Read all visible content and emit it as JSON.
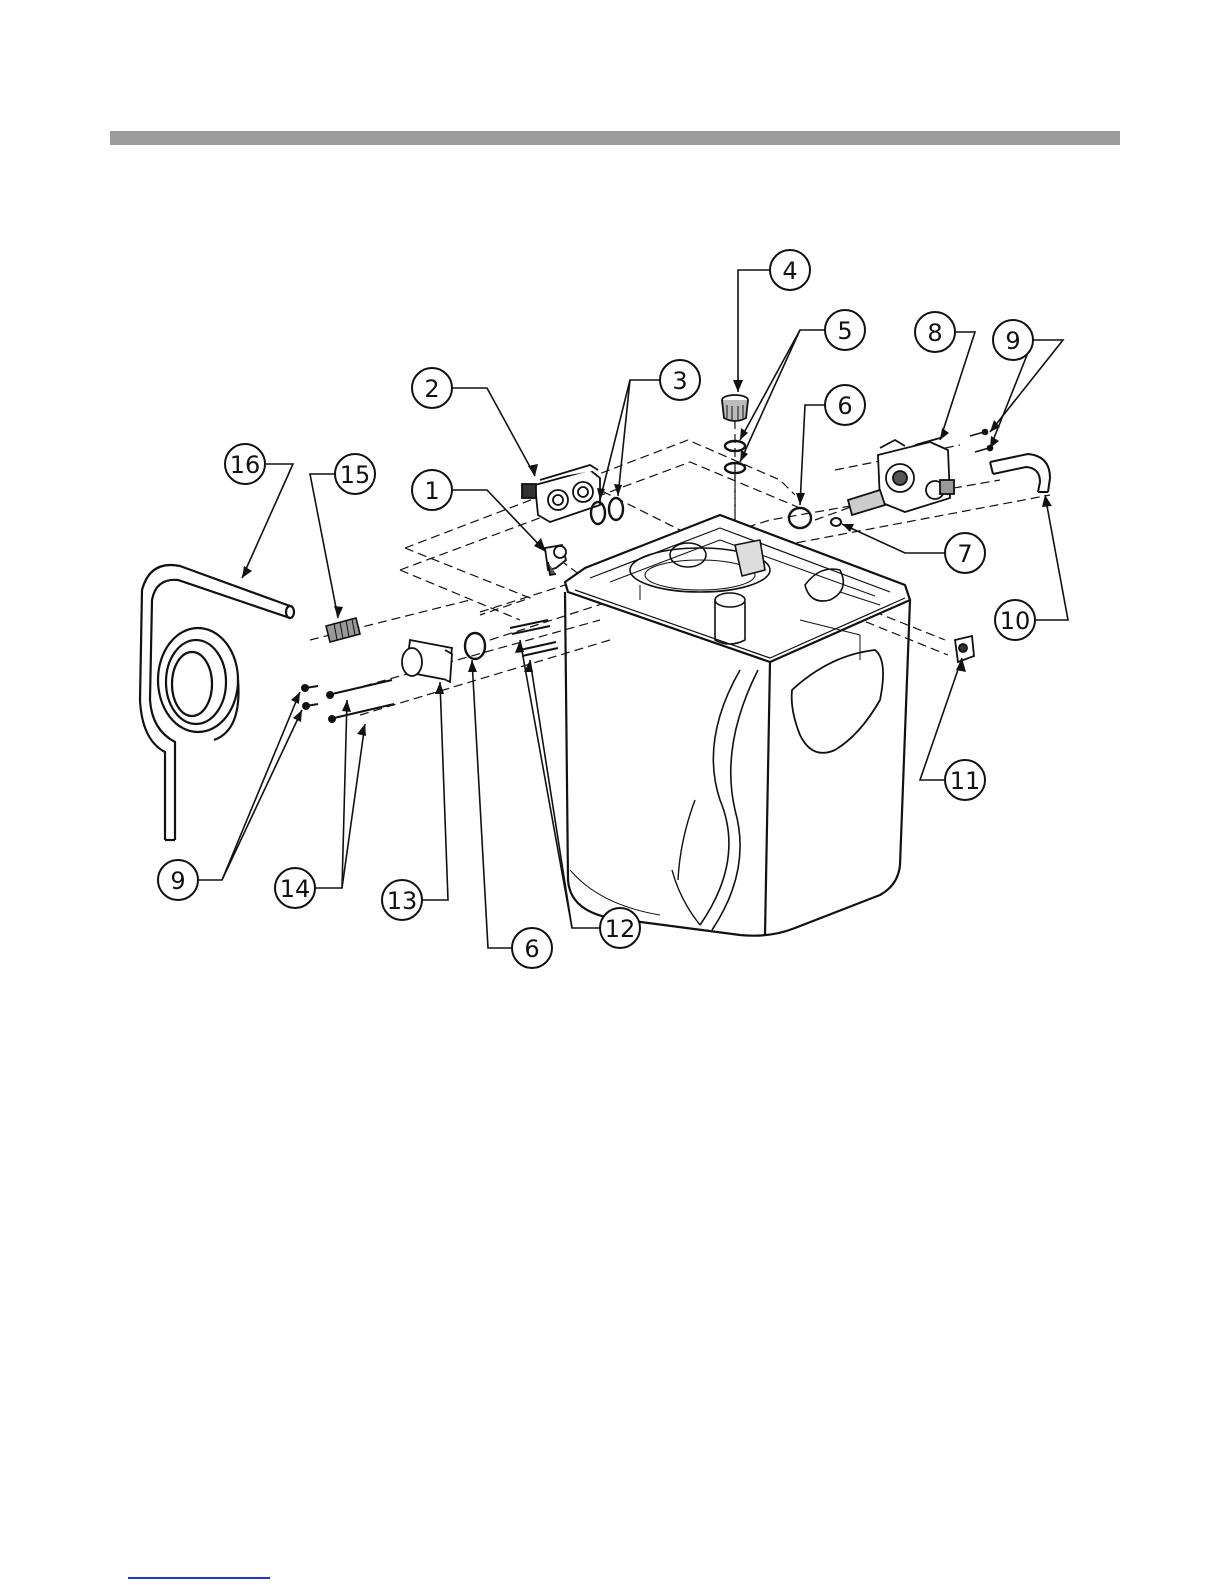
{
  "colors": {
    "header_bar": "#9c9c9c",
    "line": "#111111",
    "footer_link": "#2233cc"
  },
  "callouts": [
    {
      "number": "1"
    },
    {
      "number": "2"
    },
    {
      "number": "3"
    },
    {
      "number": "4"
    },
    {
      "number": "5"
    },
    {
      "number": "6"
    },
    {
      "number": "7"
    },
    {
      "number": "8"
    },
    {
      "number": "9"
    },
    {
      "number": "10"
    },
    {
      "number": "11"
    },
    {
      "number": "12"
    },
    {
      "number": "13"
    },
    {
      "number": "14"
    },
    {
      "number": "15"
    },
    {
      "number": "16"
    },
    {
      "number": "9"
    },
    {
      "number": "6"
    }
  ]
}
